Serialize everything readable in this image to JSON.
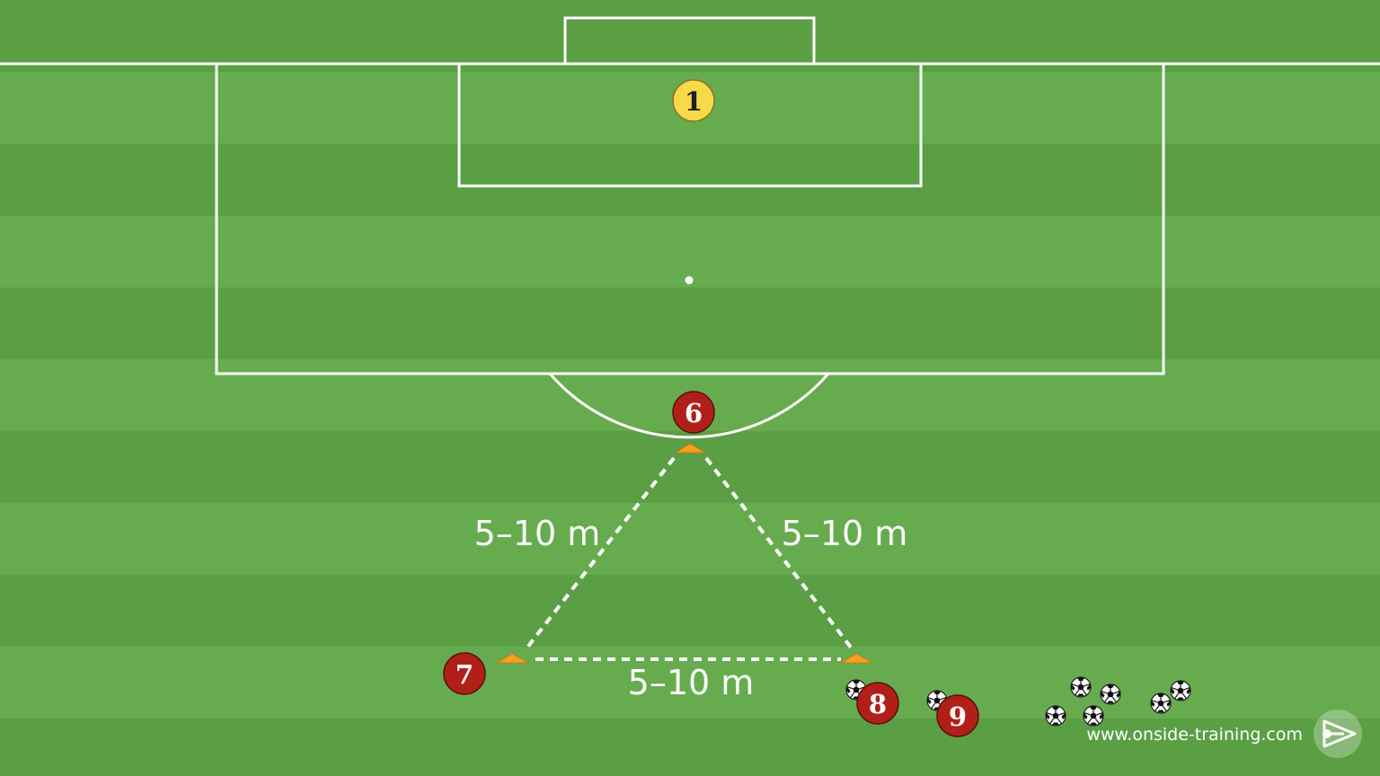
{
  "colors": {
    "grass_light": "#66ac4f",
    "grass_dark": "#5b9f45",
    "lines": "#ffffff",
    "goalkeeper_fill": "#f7d94a",
    "goalkeeper_text": "#1e1e1e",
    "player_fill": "#b02019",
    "player_text": "#ffffff",
    "cone": "#f3a21d"
  },
  "players": [
    {
      "number": "1",
      "role": "goalkeeper"
    },
    {
      "number": "6",
      "role": "outfield"
    },
    {
      "number": "7",
      "role": "outfield"
    },
    {
      "number": "8",
      "role": "outfield"
    },
    {
      "number": "9",
      "role": "outfield"
    }
  ],
  "distances": {
    "left": "5–10 m",
    "right": "5–10 m",
    "bottom": "5–10 m"
  },
  "watermark": {
    "text": "www.onside-training.com",
    "logo_icon": "onside-logo-icon"
  },
  "ball_icon": "soccer-ball-icon",
  "cone_icon": "training-cone-icon"
}
